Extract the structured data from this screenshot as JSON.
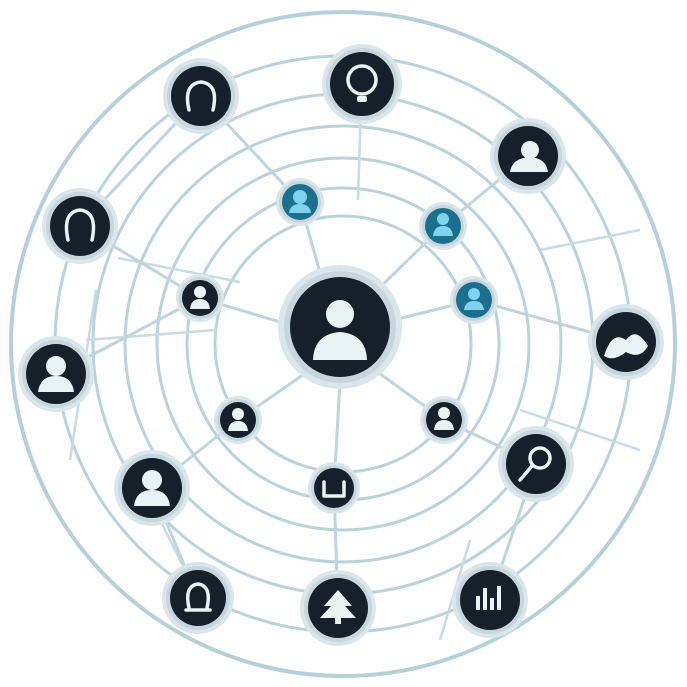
{
  "diagram": {
    "colors": {
      "ring": "#b9d3dc",
      "link": "#bcd5de",
      "node_dark": "#15202a",
      "node_blue": "#1d6f8e",
      "glyph": "#e9f2f5"
    },
    "nodes": [
      {
        "id": "center",
        "icon": "person-icon",
        "style": "dark"
      },
      {
        "id": "outer-1",
        "icon": "horseshoe-icon",
        "style": "dark"
      },
      {
        "id": "outer-2",
        "icon": "lightbulb-icon",
        "style": "dark"
      },
      {
        "id": "outer-3",
        "icon": "person-icon",
        "style": "dark"
      },
      {
        "id": "outer-4",
        "icon": "bird-icon",
        "style": "dark"
      },
      {
        "id": "outer-5",
        "icon": "magnifier-icon",
        "style": "dark"
      },
      {
        "id": "outer-6",
        "icon": "bar-chart-icon",
        "style": "dark"
      },
      {
        "id": "outer-7",
        "icon": "tree-icon",
        "style": "dark"
      },
      {
        "id": "outer-8",
        "icon": "horseshoe-icon",
        "style": "dark"
      },
      {
        "id": "outer-9",
        "icon": "person-icon",
        "style": "dark"
      },
      {
        "id": "outer-10",
        "icon": "person-icon",
        "style": "dark"
      },
      {
        "id": "outer-11",
        "icon": "horseshoe-icon",
        "style": "dark"
      },
      {
        "id": "inner-1",
        "icon": "person-icon",
        "style": "blue"
      },
      {
        "id": "inner-2",
        "icon": "person-icon",
        "style": "blue"
      },
      {
        "id": "inner-3",
        "icon": "person-icon",
        "style": "blue"
      },
      {
        "id": "inner-4",
        "icon": "person-icon",
        "style": "dark"
      },
      {
        "id": "inner-5",
        "icon": "folder-icon",
        "style": "dark"
      },
      {
        "id": "inner-6",
        "icon": "person-icon",
        "style": "dark"
      },
      {
        "id": "inner-7",
        "icon": "person-icon",
        "style": "dark"
      }
    ]
  }
}
